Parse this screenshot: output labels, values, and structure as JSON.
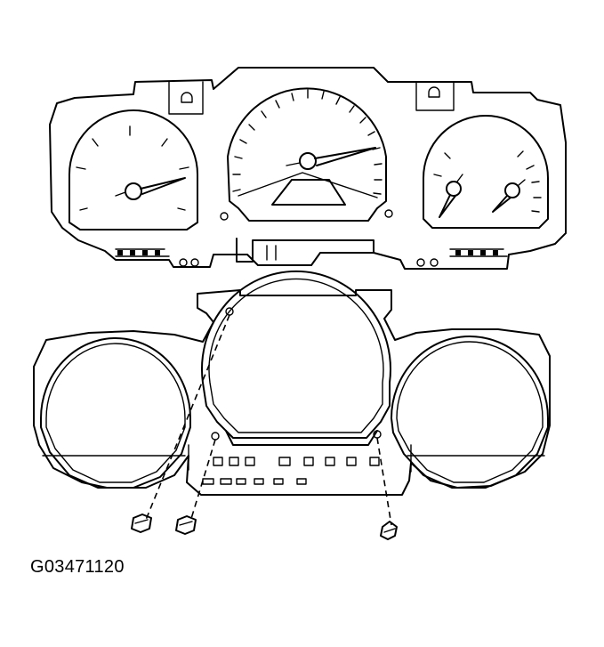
{
  "figure": {
    "code": "G03471120"
  },
  "parts": [
    {
      "name": "instrument-cluster",
      "icon": "gauge-cluster-icon"
    },
    {
      "name": "cluster-lens-bezel",
      "icon": "bezel-icon"
    },
    {
      "name": "screw",
      "icon": "screw-icon",
      "count": 3
    }
  ]
}
